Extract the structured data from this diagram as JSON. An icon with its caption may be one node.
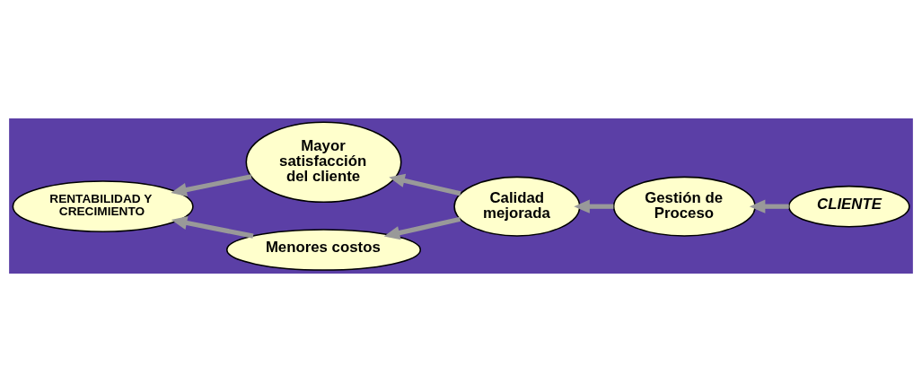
{
  "diagram": {
    "nodes": [
      {
        "text": [
          "Mayor satisfacción del cliente"
        ]
      },
      {
        "text": [
          "RENTABILIDAD Y CRECIMIENTO"
        ]
      },
      {
        "text": [
          "Calidad mejorada"
        ]
      },
      {
        "text": [
          "Gestión de Proceso"
        ]
      },
      {
        "text": [
          "CLIENTE"
        ]
      },
      {
        "text": [
          "Menores costos"
        ]
      }
    ],
    "edges": [
      {
        "from": 4,
        "to": 3,
        "arrow": "to"
      },
      {
        "from": 3,
        "to": 2,
        "arrow": "to"
      },
      {
        "from": 2,
        "to": 0,
        "arrow": "to"
      },
      {
        "from": 2,
        "to": 5,
        "arrow": "to"
      },
      {
        "from": 0,
        "to": 1,
        "arrow": "to"
      },
      {
        "from": 5,
        "to": 1,
        "arrow": "to"
      }
    ]
  }
}
